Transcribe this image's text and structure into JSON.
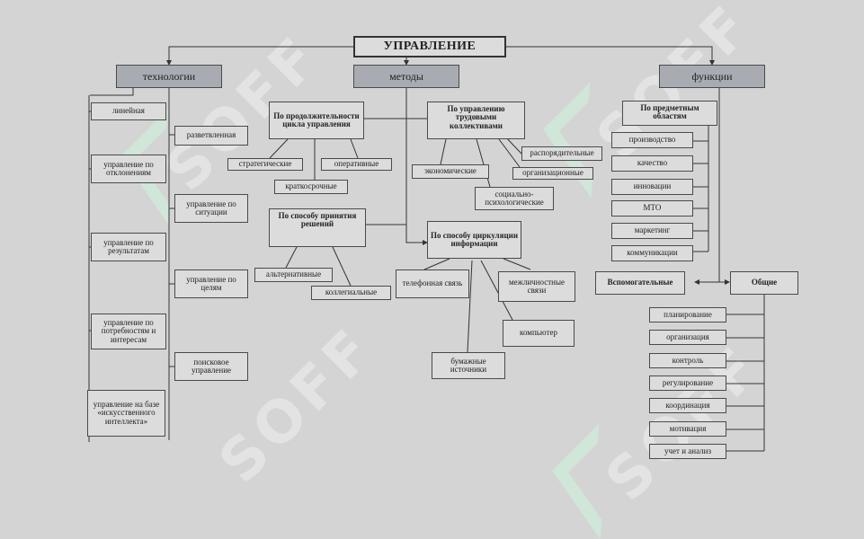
{
  "title": "УПРАВЛЕНИЕ",
  "watermark": "SOFF",
  "heads": {
    "technologies": "технологии",
    "methods": "методы",
    "functions": "функции"
  },
  "technologies": {
    "left": [
      "линейная",
      "управление по отклонениям",
      "управление по результатам",
      "управление по потребностям и интересам",
      "управление на базе «искусственного интеллекта»"
    ],
    "right": [
      "разветвленная",
      "управление по ситуации",
      "управление по целям",
      "поисковое управление"
    ]
  },
  "methods": {
    "cycle": {
      "label": "По продолжительности цикла управления",
      "items": [
        "стратегические",
        "оперативные",
        "краткосрочные"
      ]
    },
    "labor": {
      "label": "По управлению трудовыми коллективами",
      "items": [
        "экономические",
        "распорядительные",
        "организационные",
        "социально-психологические"
      ]
    },
    "decision": {
      "label": "По способу принятия решений",
      "items": [
        "альтернативные",
        "коллегиальные"
      ]
    },
    "info": {
      "label": "По способу циркуляции информации",
      "items": [
        "телефонная связь",
        "межличностные связи",
        "компьютер",
        "бумажные источники"
      ]
    }
  },
  "functions": {
    "subject": {
      "label": "По предметным областям",
      "items": [
        "производство",
        "качество",
        "инновации",
        "МТО",
        "маркетинг",
        "коммуникации"
      ]
    },
    "auxiliary": "Вспомогательные",
    "general": {
      "label": "Общие",
      "items": [
        "планирование",
        "организация",
        "контроль",
        "регулирование",
        "координация",
        "мотивация",
        "учет и анализ"
      ]
    }
  }
}
